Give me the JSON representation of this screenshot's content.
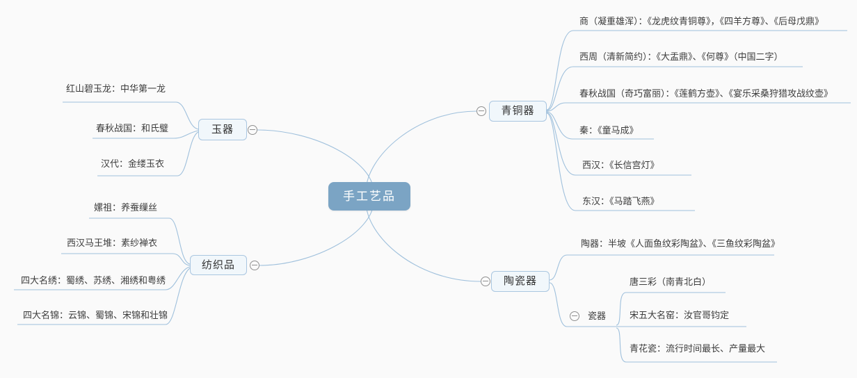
{
  "root": {
    "label": "手工艺品"
  },
  "branches": [
    {
      "label": "玉器",
      "children": [
        "红山碧玉龙：中华第一龙",
        "春秋战国：和氏璧",
        "汉代：金缕玉衣"
      ]
    },
    {
      "label": "纺织品",
      "children": [
        "嫘祖：养蚕缫丝",
        "西汉马王堆：素纱褝衣",
        "四大名绣：蜀绣、苏绣、湘绣和粤绣",
        "四大名锦：云锦、蜀锦、宋锦和壮锦"
      ]
    },
    {
      "label": "青铜器",
      "children": [
        "商（凝重雄浑）：《龙虎纹青铜尊》，《四羊方尊》、《后母戊鼎》",
        "西周（清新简约）：《大盂鼎》、《何尊》（中国二字）",
        "春秋战国（奇巧富丽）：《莲鹤方壶》、《宴乐采桑狩猎攻战纹壶》",
        "秦：《童马成》",
        "西汉：《长信宫灯》",
        "东汉：《马踏飞燕》"
      ]
    },
    {
      "label": "陶瓷器",
      "children": [
        "陶器：半坡《人面鱼纹彩陶盆》、《三鱼纹彩陶盆》"
      ],
      "subtopic": {
        "label": "瓷器",
        "children": [
          "唐三彩（南青北白）",
          "宋五大名窑：汝官哥钧定",
          "青花瓷：流行时间最长、产量最大"
        ]
      }
    }
  ],
  "icons": {
    "collapse": "minus-in-circle"
  },
  "colors": {
    "background": "#fafafa",
    "central_fill": "#7ba4c4",
    "central_text": "#ffffff",
    "topic_fill": "#f1f7fb",
    "topic_border": "#a9c6e0",
    "topic_text": "#333333",
    "leaf_text": "#3c3c3c",
    "branch_line": "#9fc0dc",
    "collapse_icon": "#8f8f8f"
  }
}
